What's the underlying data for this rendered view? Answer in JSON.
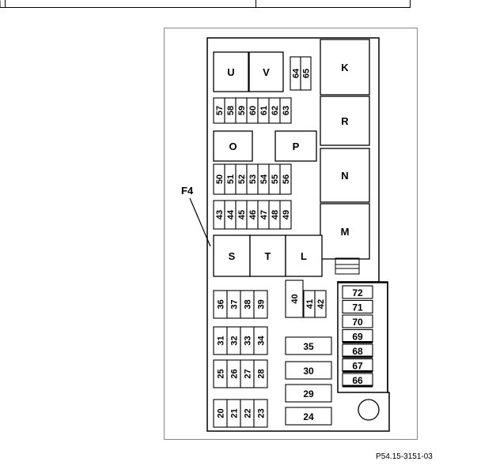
{
  "header_table": {},
  "diagram": {
    "callout": "F4",
    "caption": "P54.15-3151-03",
    "relays": [
      "U",
      "V",
      "K",
      "R",
      "O",
      "P",
      "N",
      "M",
      "S",
      "T",
      "L"
    ],
    "fuse_rows": [
      [
        "64",
        "65"
      ],
      [
        "57",
        "58",
        "59",
        "60",
        "61",
        "62",
        "63"
      ],
      [
        "50",
        "51",
        "52",
        "53",
        "54",
        "55",
        "56"
      ],
      [
        "43",
        "44",
        "45",
        "46",
        "47",
        "48",
        "49"
      ],
      [
        "36",
        "37",
        "38",
        "39"
      ],
      [
        "40",
        "41",
        "42"
      ],
      [
        "31",
        "32",
        "33",
        "34"
      ],
      [
        "25",
        "26",
        "27",
        "28"
      ],
      [
        "20",
        "21",
        "22",
        "23"
      ]
    ],
    "horizontal_fuses": [
      "35",
      "30",
      "29",
      "24"
    ],
    "side_fuses": [
      "72",
      "71",
      "70",
      "69",
      "68",
      "67",
      "66"
    ]
  }
}
